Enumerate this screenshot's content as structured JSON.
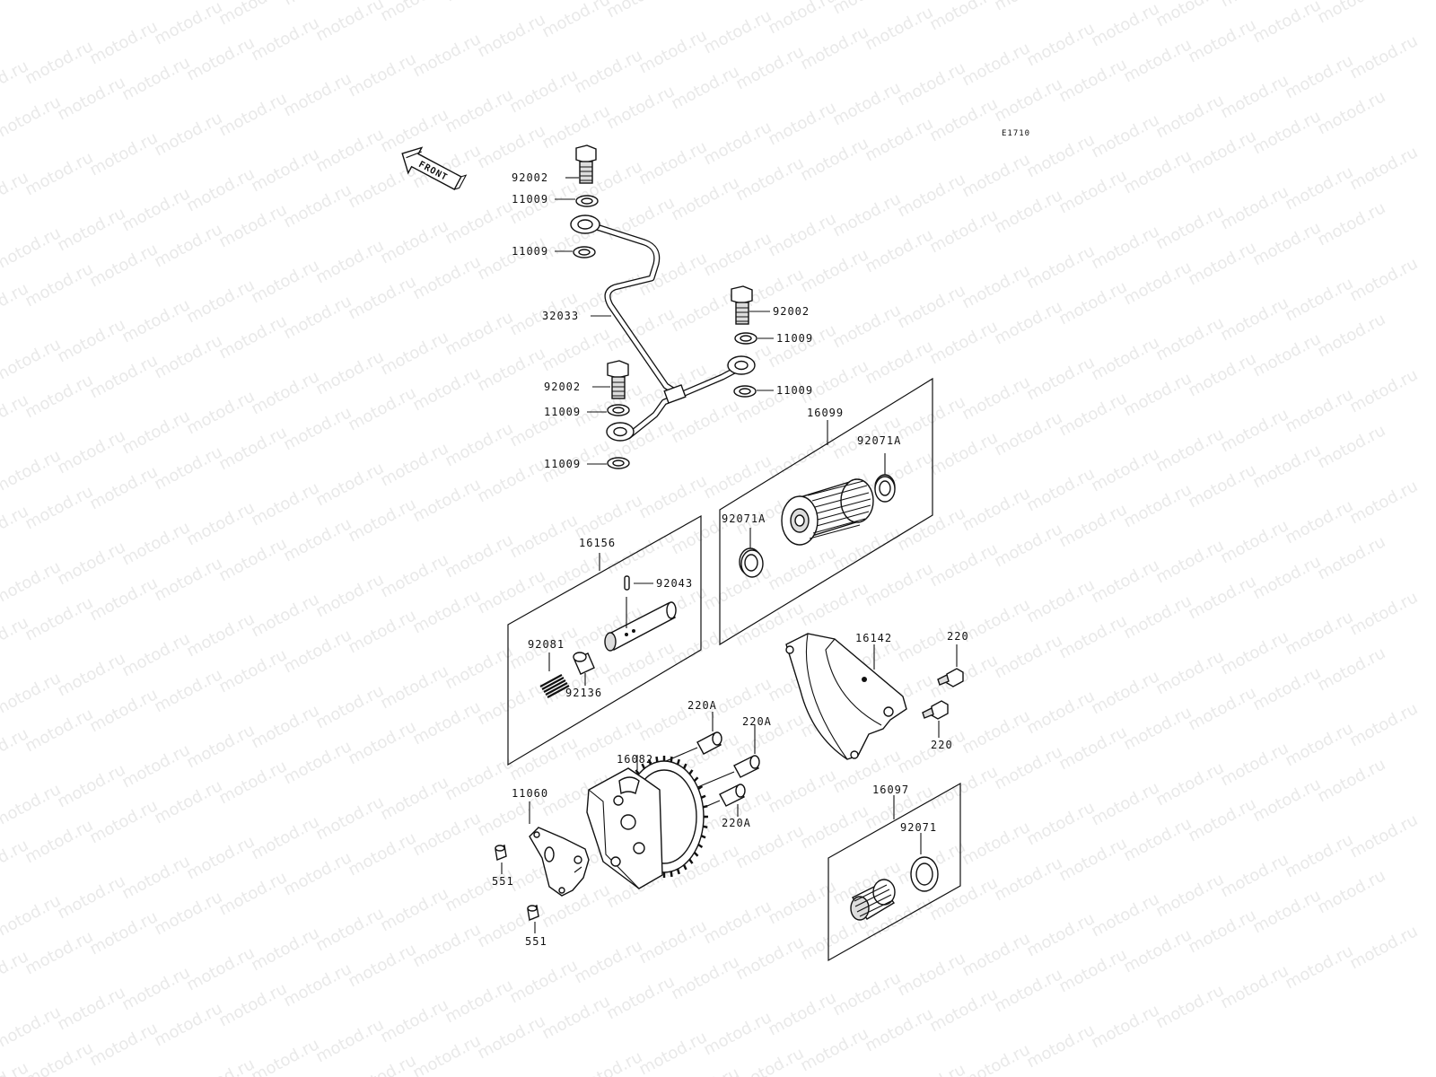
{
  "watermark": "motod.ru",
  "figure_code": "E1710",
  "front_arrow_text": "FRONT",
  "part_labels": {
    "bolt_top": "92002",
    "washer_top_1": "11009",
    "washer_top_2": "11009",
    "pipe": "32033",
    "bolt_right": "92002",
    "washer_right_1": "11009",
    "washer_right_2": "11009",
    "bolt_mid": "92002",
    "washer_mid_1": "11009",
    "washer_mid_2": "11009",
    "filter_kit": "16099",
    "oring_filter_right": "92071A",
    "oring_filter_left": "92071A",
    "valve_kit": "16156",
    "valve_pin": "92043",
    "valve_spring": "92081",
    "valve_plunger": "92136",
    "cover": "16142",
    "cover_bolt_1": "220",
    "cover_bolt_2": "220",
    "pump_bolt_1": "220A",
    "pump_bolt_2": "220A",
    "pump_bolt_3": "220A",
    "oil_pump": "16082",
    "gasket": "11060",
    "dowel_1": "551",
    "dowel_2": "551",
    "screen_kit": "16097",
    "screen_oring": "92071"
  }
}
